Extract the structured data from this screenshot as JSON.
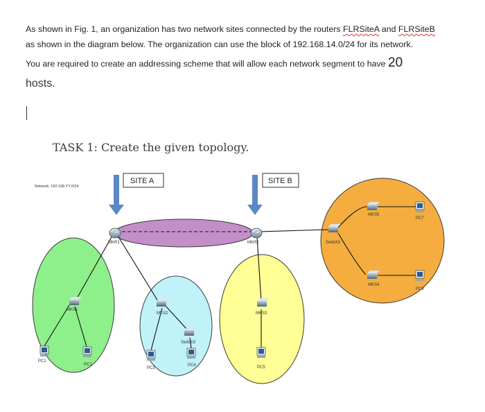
{
  "text": {
    "line1_a": "As shown in Fig. 1, an organization has two network sites connected by the routers ",
    "router_a": "FLRSiteA",
    "line1_and": " and ",
    "router_b": "FLRSiteB",
    "line2": "as shown in the diagram below. The organization can use the block of 192.168.14.0/24 for its network.",
    "line3": "You are required to create an addressing scheme that will allow each network segment to have ",
    "line3_num": "20",
    "line4": "hosts."
  },
  "task_title": "TASK 1: Create the given topology.",
  "diagram": {
    "site_a": "SITE A",
    "site_b": "SITE B",
    "network_note": "Network: 192.168.YY.0/24",
    "routers": {
      "r1": "MKR1",
      "r2": "MKR2"
    },
    "switches": {
      "s1": "MKS1",
      "s2": "MKS2",
      "s3": "MKS3",
      "s4": "MKS4",
      "s5": "MKS5",
      "sw_b": "Switch3",
      "sw_a": "Switch3"
    },
    "pcs": {
      "pc1": "PC1",
      "pc2": "PC2",
      "pc3": "PC3",
      "pc4": "PC4",
      "pc5": "PC5",
      "pc7": "PC7",
      "pc8": "PC8"
    }
  }
}
